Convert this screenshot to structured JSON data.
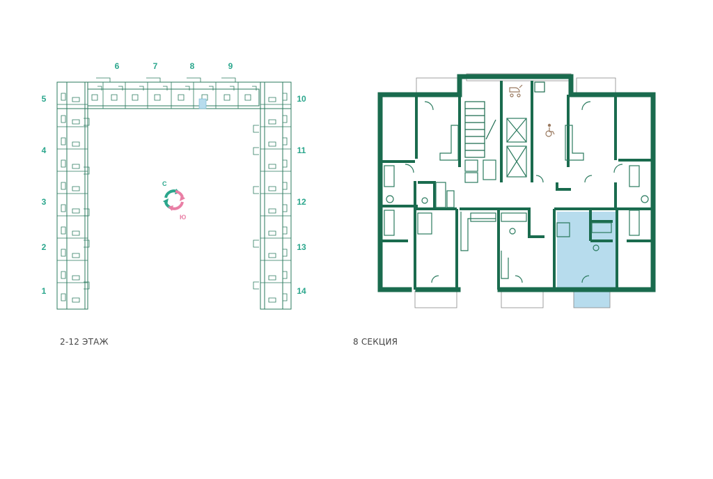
{
  "colors": {
    "wall": "#1a6b4e",
    "thin_wall": "#2a7a5e",
    "accent_text": "#2aa68c",
    "highlight": "#b7dced",
    "compass_north": "#2aa68c",
    "compass_south": "#e97fa5",
    "caption": "#444444"
  },
  "site_plan": {
    "section_numbers": [
      "1",
      "2",
      "3",
      "4",
      "5",
      "6",
      "7",
      "8",
      "9",
      "10",
      "11",
      "12",
      "13",
      "14"
    ],
    "compass": {
      "north_label": "С",
      "south_label": "Ю"
    },
    "caption": "2-12 ЭТАЖ",
    "highlighted_section": "8"
  },
  "floor_plan": {
    "caption": "8 СЕКЦИЯ",
    "icons": [
      "stroller-icon",
      "wheelchair-icon",
      "elevator-icon",
      "stairs-icon"
    ],
    "highlighted_apartment": "selected"
  }
}
